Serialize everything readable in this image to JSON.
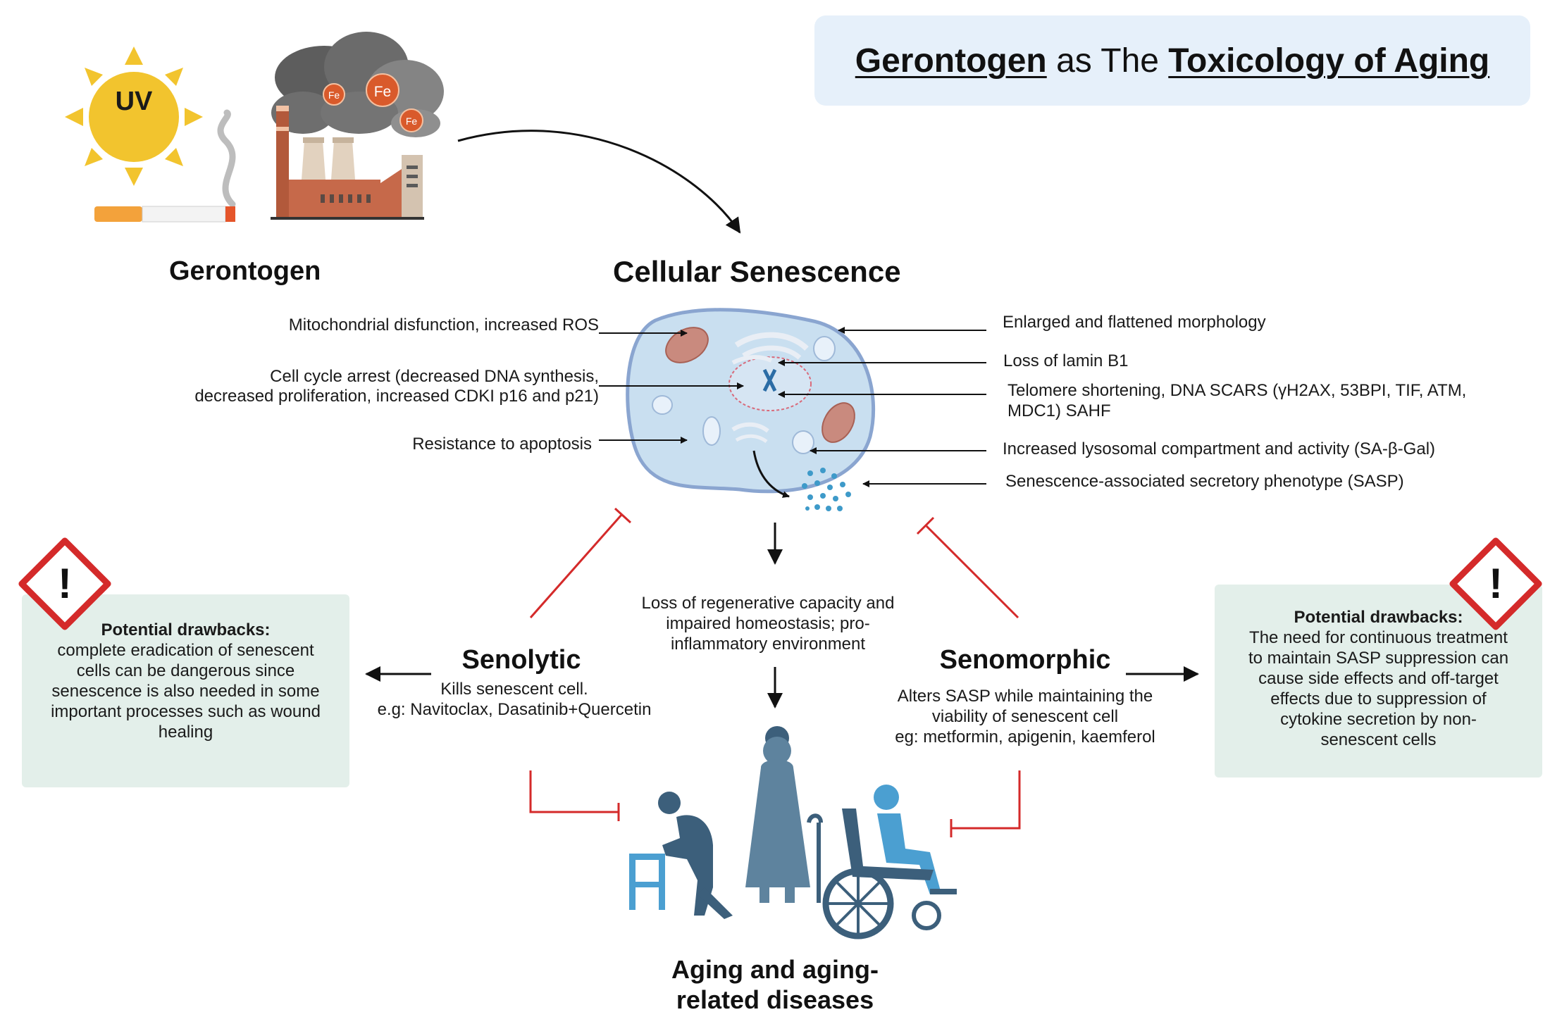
{
  "title": {
    "part1": "Gerontogen",
    "part2": " as The ",
    "part3": "Toxicology of Aging"
  },
  "gerontogen": {
    "label": "Gerontogen",
    "uv_label": "UV",
    "iron_label": "Fe"
  },
  "senescence": {
    "heading": "Cellular Senescence",
    "left_labels": [
      "Mitochondrial disfunction, increased ROS",
      "Cell cycle arrest (decreased DNA synthesis,",
      "decreased proliferation, increased CDKI p16 and p21)",
      "Resistance to apoptosis"
    ],
    "right_labels": [
      "Enlarged and flattened morphology",
      "Loss of lamin B1",
      "Telomere shortening, DNA SCARS (γH2AX, 53BPI, TIF, ATM,",
      "MDC1) SAHF",
      "Increased lysosomal compartment and activity (SA-β-Gal)",
      "Senescence-associated secretory phenotype (SASP)"
    ]
  },
  "outcome": {
    "lines": [
      "Loss of regenerative capacity and",
      "impaired homeostasis; pro-",
      "inflammatory environment"
    ],
    "aging_heading_lines": [
      "Aging and aging-",
      "related diseases"
    ]
  },
  "senolytic": {
    "heading": "Senolytic",
    "lines": [
      "Kills senescent cell.",
      "e.g: Navitoclax, Dasatinib+Quercetin"
    ]
  },
  "senomorphic": {
    "heading": "Senomorphic",
    "lines": [
      "Alters SASP while maintaining the",
      "viability of senescent cell",
      "eg: metformin, apigenin,  kaemferol"
    ]
  },
  "drawback_left": {
    "heading": "Potential drawbacks:",
    "lines": [
      "complete eradication of senescent",
      "cells can  be dangerous since",
      "senescence is also needed in some",
      "important processes such as wound",
      "healing"
    ]
  },
  "drawback_right": {
    "heading": "Potential drawbacks:",
    "lines": [
      "The need for continuous treatment",
      "to maintain SASP suppression can",
      "cause side effects and off-target",
      "effects due to suppression of",
      "cytokine secretion by non-",
      "senescent cells"
    ]
  },
  "warning_symbol": "!",
  "colors": {
    "title_box": "#e6f0fa",
    "drawback_box": "#e3efea",
    "inhibit_red": "#d42a2a",
    "cell_fill": "#c9dff0",
    "cell_outline": "#8aa5d0",
    "sun": "#f2c42e",
    "people_dark": "#3c5f7b",
    "people_blue": "#4b9fd1"
  }
}
